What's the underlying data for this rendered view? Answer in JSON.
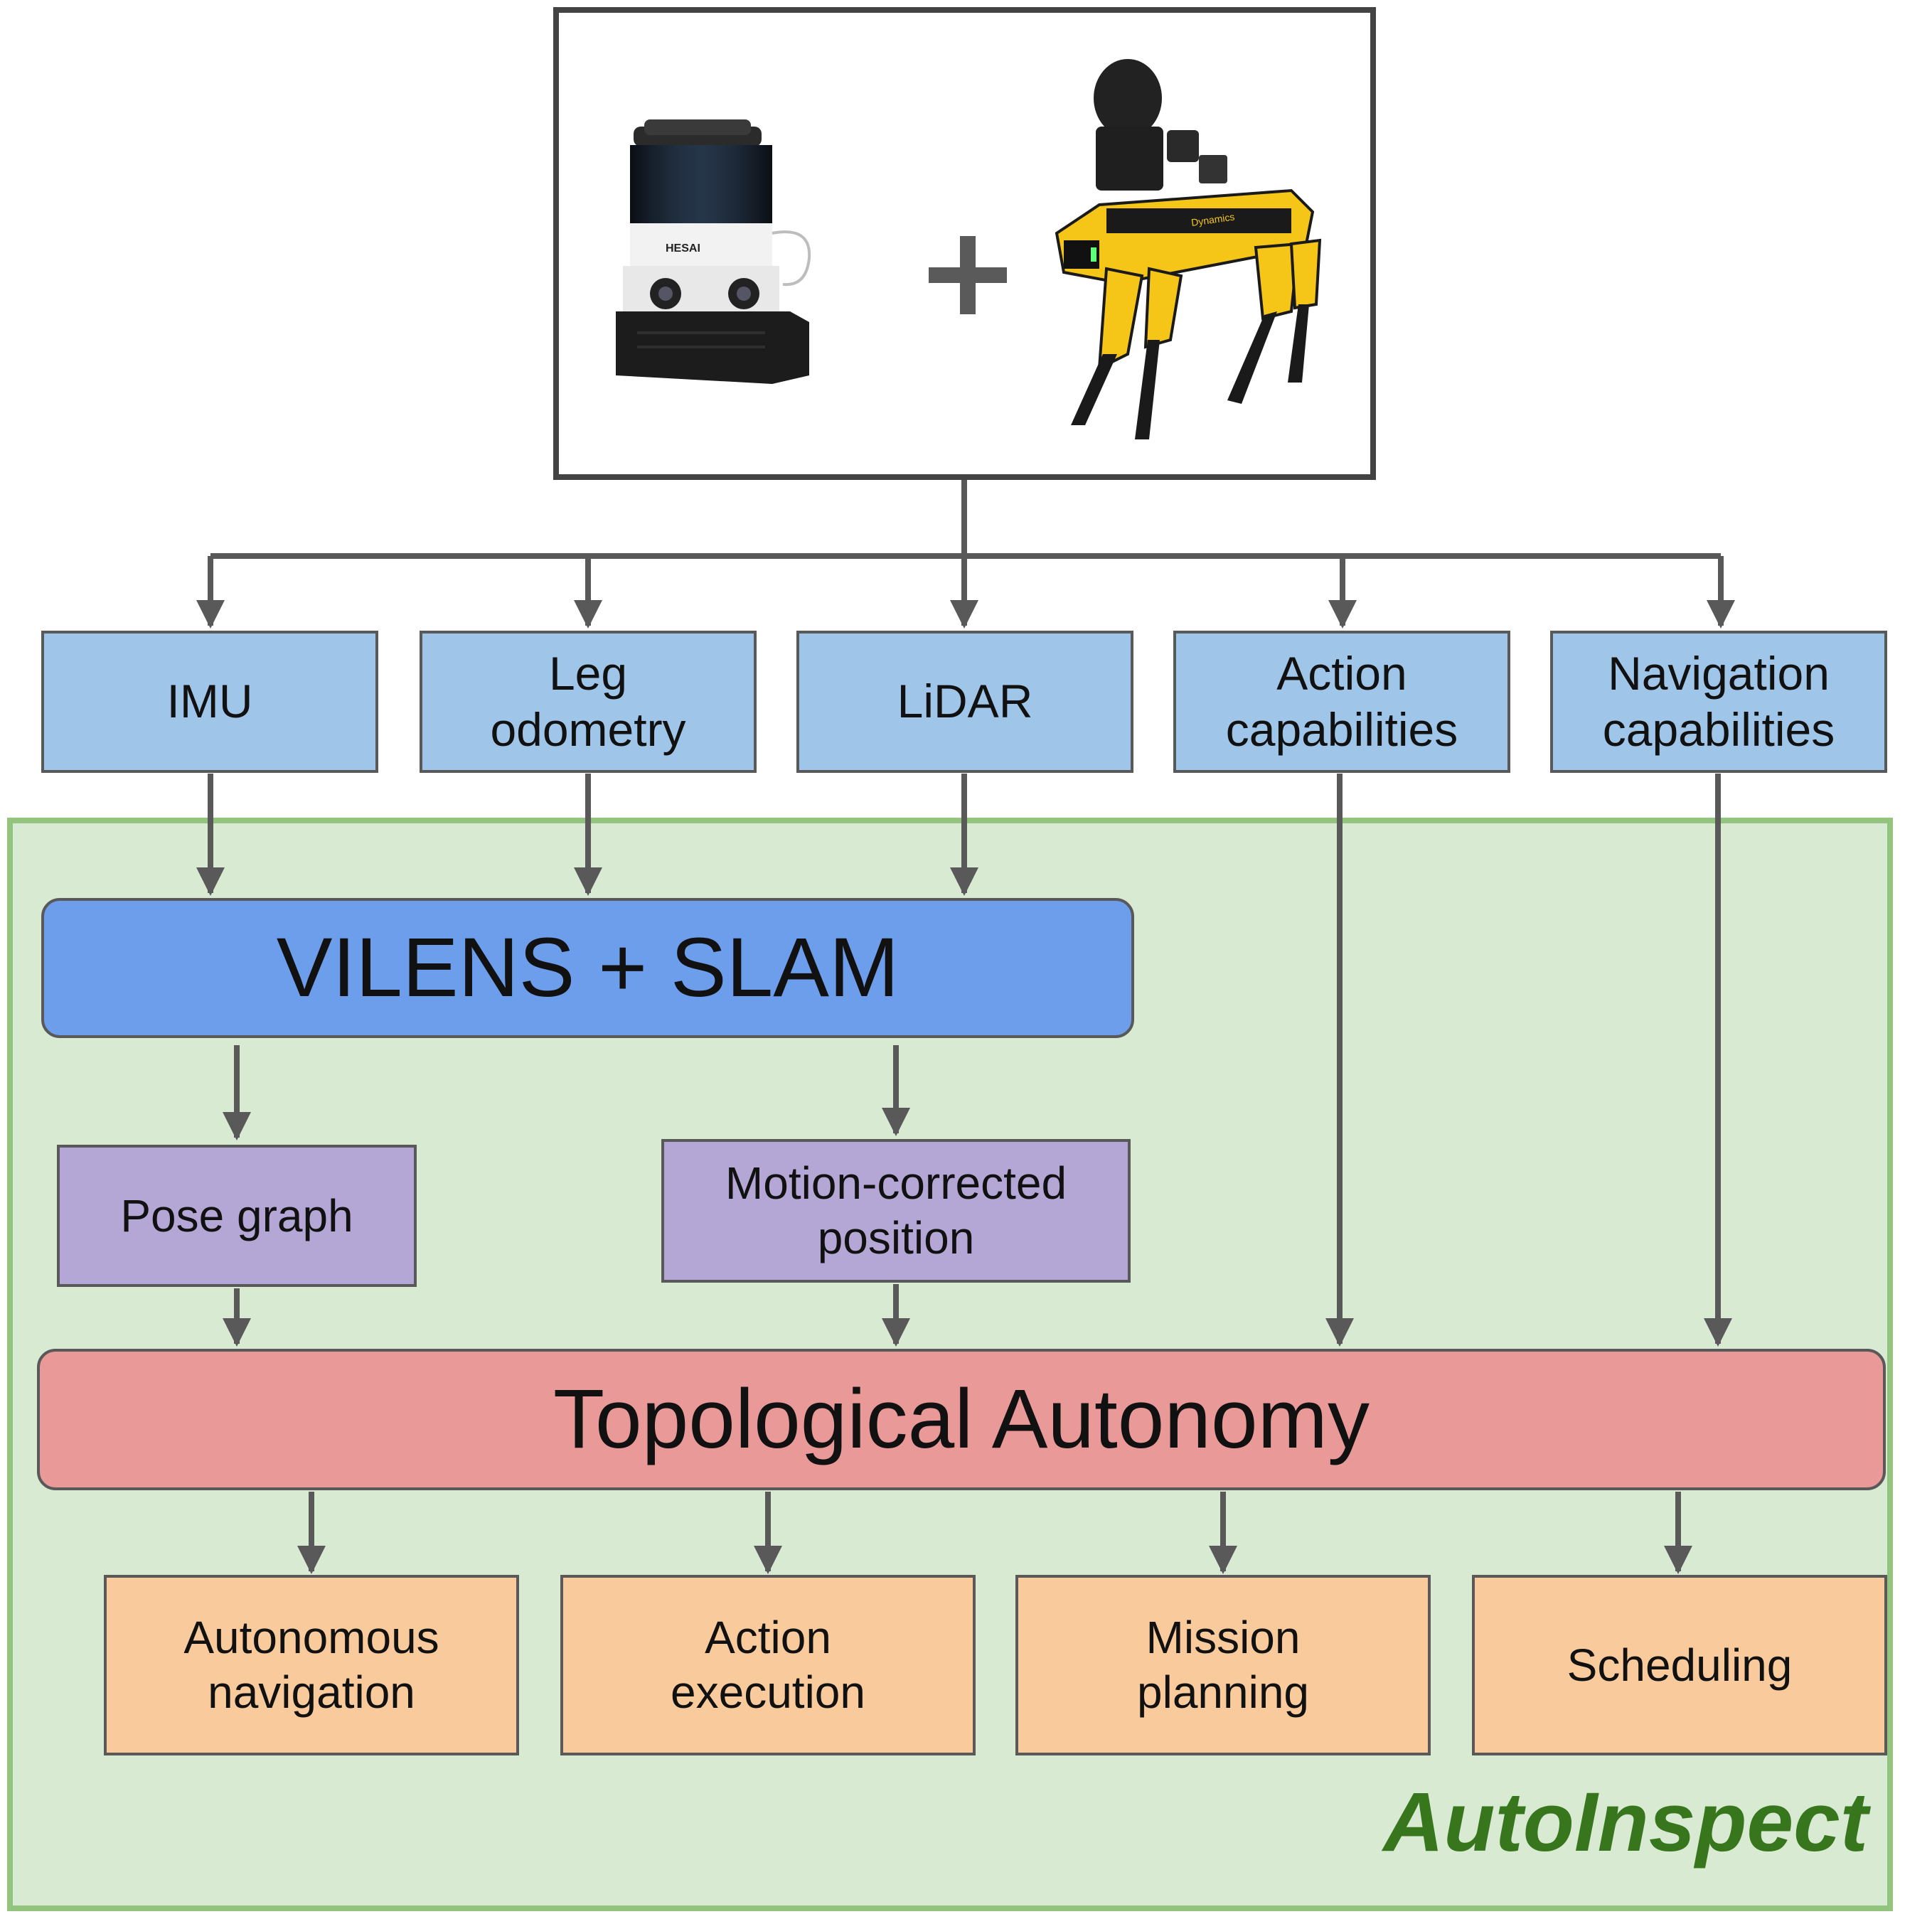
{
  "hardware": {
    "plus": "+",
    "lidar_brand": "HESAI",
    "robot_brand": "Dynamics"
  },
  "sensors": [
    {
      "label": "IMU"
    },
    {
      "label": "Leg\nodometry"
    },
    {
      "label": "LiDAR"
    },
    {
      "label": "Action\ncapabilities"
    },
    {
      "label": "Navigation\ncapabilities"
    }
  ],
  "estimator": {
    "label": "VILENS + SLAM"
  },
  "intermediates": [
    {
      "label": "Pose graph"
    },
    {
      "label": "Motion-corrected\nposition"
    }
  ],
  "core": {
    "label": "Topological Autonomy"
  },
  "outputs": [
    {
      "label": "Autonomous\nnavigation"
    },
    {
      "label": "Action\nexecution"
    },
    {
      "label": "Mission\nplanning"
    },
    {
      "label": "Scheduling"
    }
  ],
  "system_name": "AutoInspect",
  "colors": {
    "sensor": "#9fc5e8",
    "estimator": "#6d9eeb",
    "intermediate": "#b4a7d6",
    "core": "#ea9999",
    "output": "#f9cb9c",
    "panel": "#d9ead3",
    "panel_border": "#93c47d",
    "brand": "#38761d",
    "arrow": "#595959"
  }
}
